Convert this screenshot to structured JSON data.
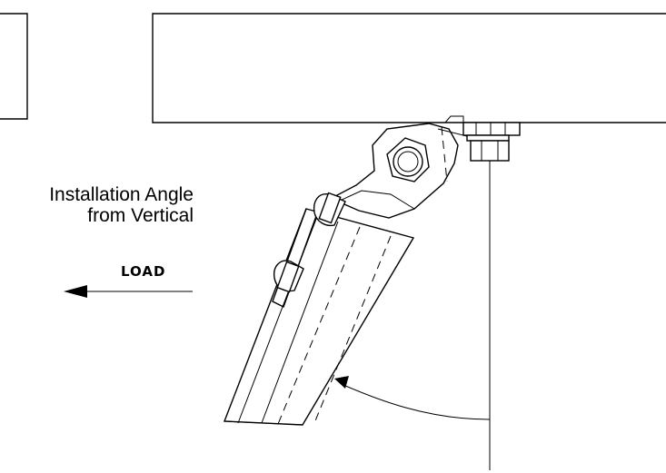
{
  "labels": {
    "angle_line1": "Installation Angle",
    "angle_line2": "from Vertical",
    "load": "LOAD"
  }
}
